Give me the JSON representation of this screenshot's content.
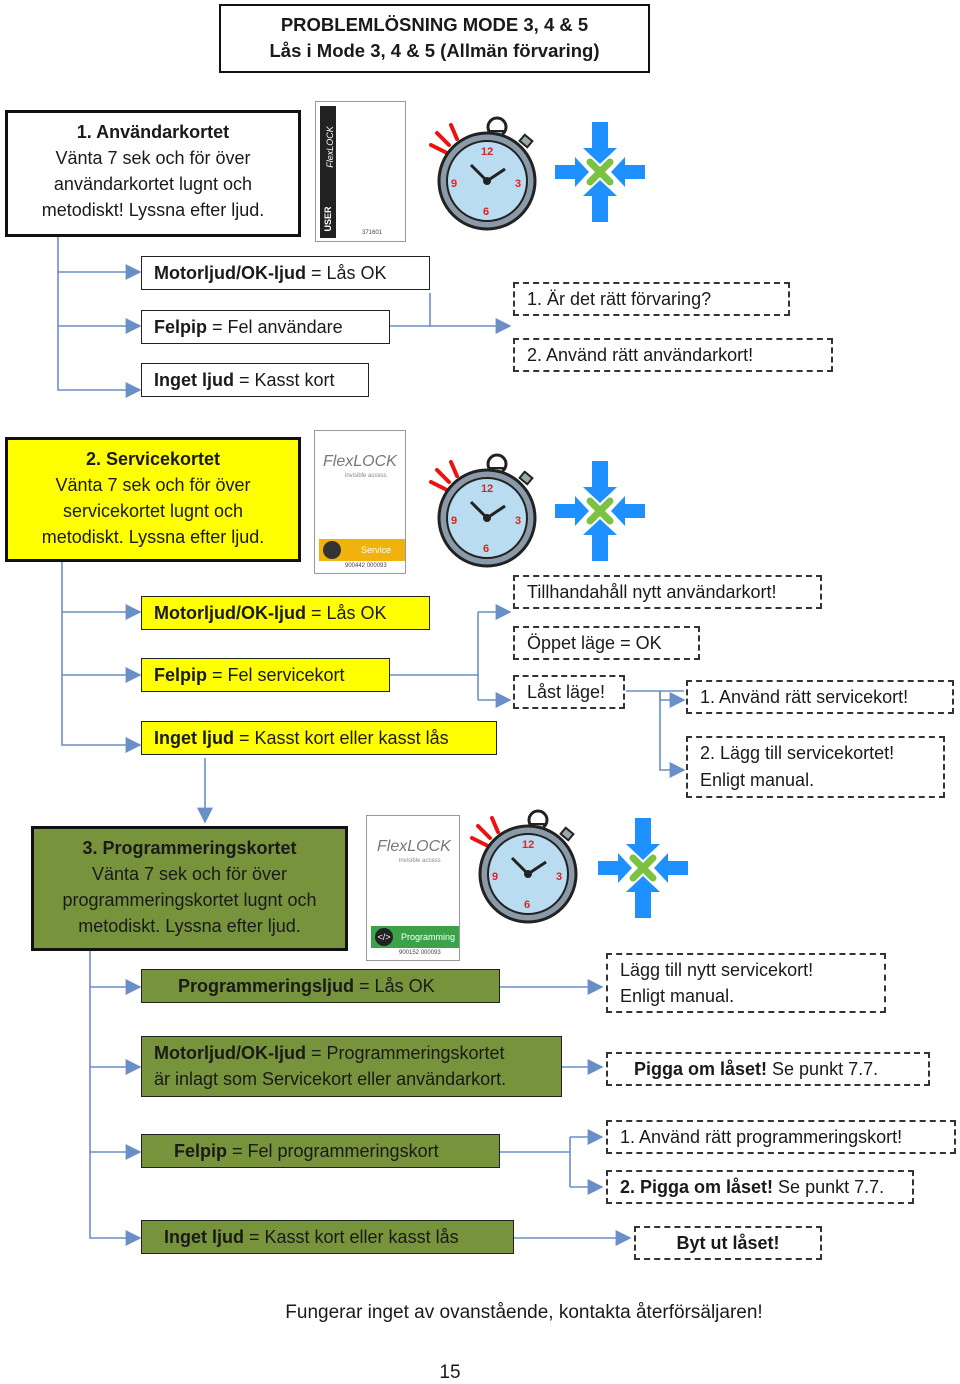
{
  "title": {
    "line1": "PROBLEMLÖSNING MODE 3, 4 & 5",
    "line2": "Lås i Mode 3, 4 & 5 (Allmän förvaring)"
  },
  "section1": {
    "heading": "1. Användarkortet",
    "body": "Vänta 7 sek och för över användarkortet lugnt och metodiskt! Lyssna efter ljud.",
    "card": {
      "brand": "FlexLOCK",
      "label": "USER",
      "code": "371601"
    },
    "results": [
      {
        "key": "Motorljud/OK-ljud",
        "value": " = Lås OK"
      },
      {
        "key": "Felpip",
        "value": " = Fel användare"
      },
      {
        "key": "Inget ljud",
        "value": " = Kasst kort"
      }
    ],
    "actions": [
      "1. Är det rätt förvaring?",
      "2. Använd rätt användarkort!"
    ]
  },
  "section2": {
    "heading": "2. Servicekortet",
    "body": "Vänta 7 sek och för över servicekortet lugnt och metodiskt. Lyssna efter ljud.",
    "card": {
      "brand": "FlexLOCK",
      "tagline": "invisible access",
      "label": "Service",
      "code": "900442 000093"
    },
    "results": [
      {
        "key": "Motorljud/OK-ljud",
        "value": " = Lås OK"
      },
      {
        "key": "Felpip",
        "value": " = Fel servicekort"
      },
      {
        "key": "Inget ljud",
        "value": " = Kasst kort eller kasst lås"
      }
    ],
    "actions_ok": [
      "Tillhandahåll nytt användarkort!",
      "Öppet läge = OK",
      "Låst läge!"
    ],
    "actions_fail": [
      "1. Använd rätt servicekort!",
      "2. Lägg till servicekortet!",
      "Enligt manual."
    ]
  },
  "section3": {
    "heading": "3. Programmeringskortet",
    "body": "Vänta 7 sek och för över programmeringskortet lugnt och metodiskt. Lyssna efter ljud.",
    "card": {
      "brand": "FlexLOCK",
      "tagline": "invisible access",
      "label": "Programming",
      "code": "900152 000093"
    },
    "results": [
      {
        "key": "Programmeringsljud",
        "value": " = Lås OK"
      },
      {
        "key": "Motorljud/OK-ljud",
        "value": " = Programmeringskortet",
        "value2": "är inlagt som Servicekort eller användarkort."
      },
      {
        "key": "Felpip",
        "value": " = Fel programmeringskort"
      },
      {
        "key": "Inget ljud",
        "value": " = Kasst kort eller kasst lås"
      }
    ],
    "actions": {
      "a1": "Lägg till nytt servicekort!",
      "a1b": "Enligt manual.",
      "a2_bold": "Pigga om låset!",
      "a2_rest": " Se punkt 7.7.",
      "a3": "1. Använd rätt programmeringskort!",
      "a4_bold": "2. Pigga om låset!",
      "a4_rest": " Se punkt 7.7.",
      "a5": "Byt ut låset!"
    }
  },
  "timer_numbers": [
    "12",
    "3",
    "6",
    "9"
  ],
  "footer": "Fungerar inget av ovanstående, kontakta återförsäljaren!",
  "page_number": "15",
  "colors": {
    "yellow": "#ffff00",
    "olive": "#77933c",
    "arrow_blue": "#1e90ff",
    "cross_green": "#7cc242",
    "connector": "#6a8fc7"
  }
}
